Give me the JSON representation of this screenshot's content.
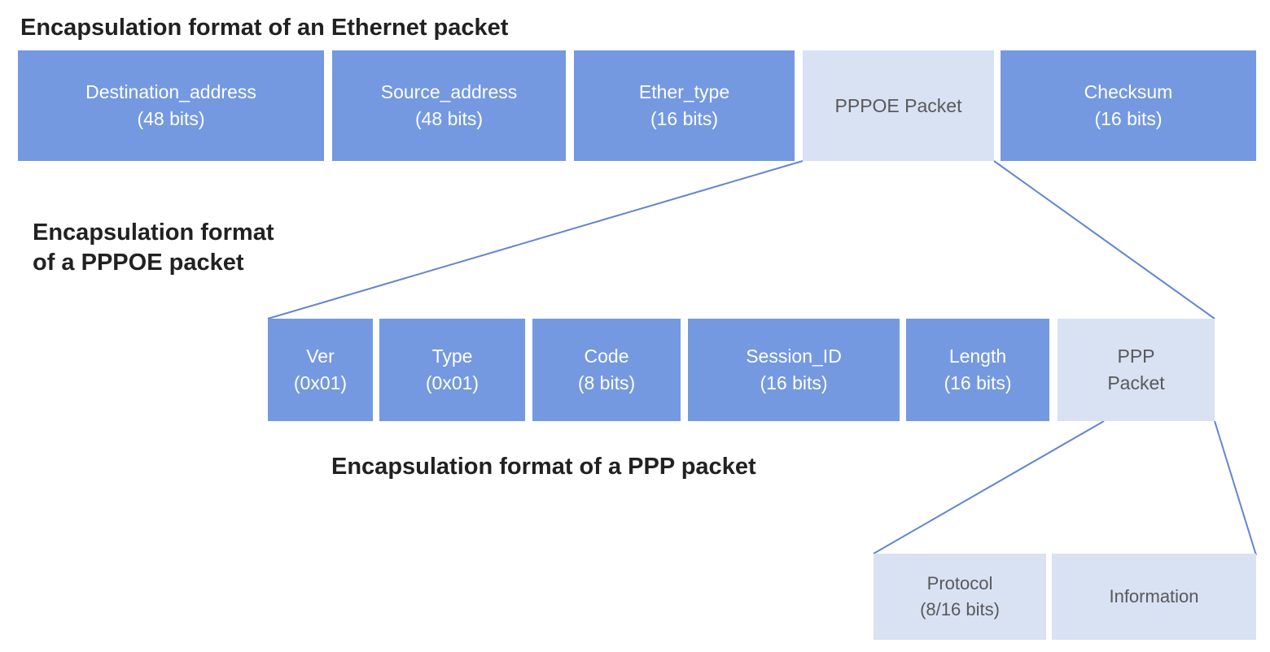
{
  "diagram": {
    "titles": {
      "ethernet": "Encapsulation format of an Ethernet packet",
      "pppoe_line1": "Encapsulation format",
      "pppoe_line2": "of a PPPOE packet",
      "ppp": "Encapsulation format of a PPP packet"
    },
    "colors": {
      "field_blue": "#7499E1",
      "field_light": "#D9E2F3",
      "connector": "#6285CE",
      "text_on_blue": "#FFFFFF",
      "text_on_light": "#595959",
      "title_text": "#212121"
    },
    "ethernet_packet": {
      "fields": [
        {
          "line1": "Destination_address",
          "line2": "(48 bits)"
        },
        {
          "line1": "Source_address",
          "line2": "(48 bits)"
        },
        {
          "line1": "Ether_type",
          "line2": "(16 bits)"
        },
        {
          "line1": "PPPOE Packet",
          "line2": ""
        },
        {
          "line1": "Checksum",
          "line2": "(16 bits)"
        }
      ]
    },
    "pppoe_packet": {
      "fields": [
        {
          "line1": "Ver",
          "line2": "(0x01)"
        },
        {
          "line1": "Type",
          "line2": "(0x01)"
        },
        {
          "line1": "Code",
          "line2": "(8 bits)"
        },
        {
          "line1": "Session_ID",
          "line2": "(16 bits)"
        },
        {
          "line1": "Length",
          "line2": "(16 bits)"
        },
        {
          "line1": "PPP",
          "line2": "Packet"
        }
      ]
    },
    "ppp_packet": {
      "fields": [
        {
          "line1": "Protocol",
          "line2": "(8/16 bits)"
        },
        {
          "line1": "Information",
          "line2": ""
        }
      ]
    }
  }
}
